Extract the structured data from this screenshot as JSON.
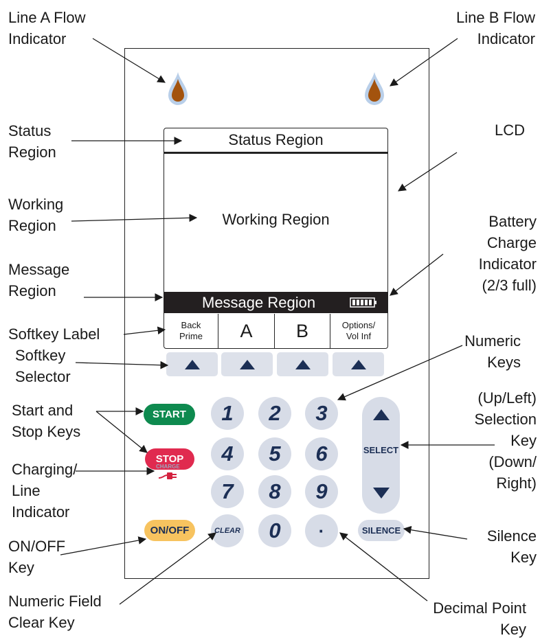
{
  "labels": {
    "line_a": [
      "Line A Flow",
      "Indicator"
    ],
    "line_b": [
      "Line B Flow",
      "Indicator"
    ],
    "status": [
      "Status",
      "Region"
    ],
    "lcd": [
      "LCD"
    ],
    "working": [
      "Working",
      "Region"
    ],
    "battery": [
      "Battery",
      "Charge",
      "Indicator",
      "(2/3 full)"
    ],
    "message": [
      "Message",
      "Region"
    ],
    "softkey_label": [
      "Softkey Label"
    ],
    "softkey_selector": [
      "Softkey",
      "Selector"
    ],
    "numeric_keys": [
      "Numeric",
      "Keys"
    ],
    "start_stop": [
      "Start and",
      "Stop Keys"
    ],
    "selection": [
      "(Up/Left)",
      "Selection",
      "Key",
      "(Down/",
      "Right)"
    ],
    "charging": [
      "Charging/",
      "Line",
      "Indicator"
    ],
    "on_off": [
      "ON/OFF",
      "Key"
    ],
    "silence": [
      "Silence",
      "Key"
    ],
    "clear": [
      "Numeric Field",
      "Clear Key"
    ],
    "decimal": [
      "Decimal Point",
      "Key"
    ]
  },
  "lcd": {
    "status_region": "Status Region",
    "working_region": "Working Region",
    "message_region": "Message Region",
    "softkeys": [
      {
        "line1": "Back",
        "line2": "Prime"
      },
      {
        "line1": "A",
        "line2": ""
      },
      {
        "line1": "B",
        "line2": ""
      },
      {
        "line1": "Options/",
        "line2": "Vol Inf"
      }
    ],
    "battery_level": 0.67
  },
  "keys": {
    "start": "START",
    "stop": "STOP",
    "on_off": "ON/OFF",
    "clear": "CLEAR",
    "silence": "SILENCE",
    "select": "SELECT",
    "charge": "CHARGE",
    "decimal": "·",
    "digits": [
      "1",
      "2",
      "3",
      "4",
      "5",
      "6",
      "7",
      "8",
      "9",
      "0"
    ]
  },
  "colors": {
    "start": "#0e8a4f",
    "stop": "#e02a4f",
    "on_off": "#f7c35f",
    "key_bg": "#d7dce7",
    "key_text": "#1c2f55",
    "drop": "#a3530e",
    "drop_halo": "#b9cfe9",
    "charge_plug": "#d4213f"
  }
}
